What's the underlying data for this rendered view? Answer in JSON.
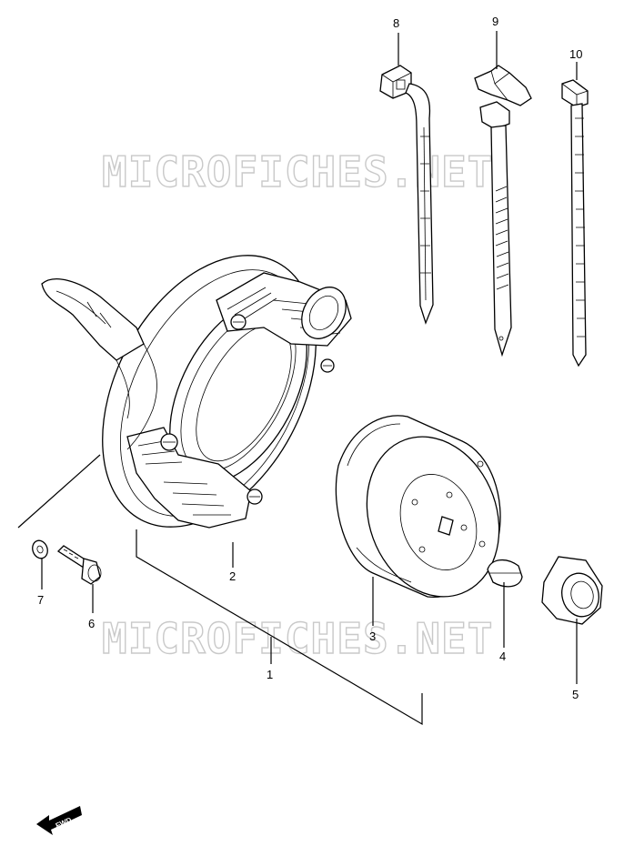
{
  "watermarks": [
    "MICROFICHES.NET",
    "MICROFICHES.NET"
  ],
  "part_numbers": {
    "p1": "1",
    "p2": "2",
    "p3": "3",
    "p4": "4",
    "p5": "5",
    "p6": "6",
    "p7": "7",
    "p8": "8",
    "p9": "9",
    "p10": "10"
  },
  "direction_badge": "FWD"
}
